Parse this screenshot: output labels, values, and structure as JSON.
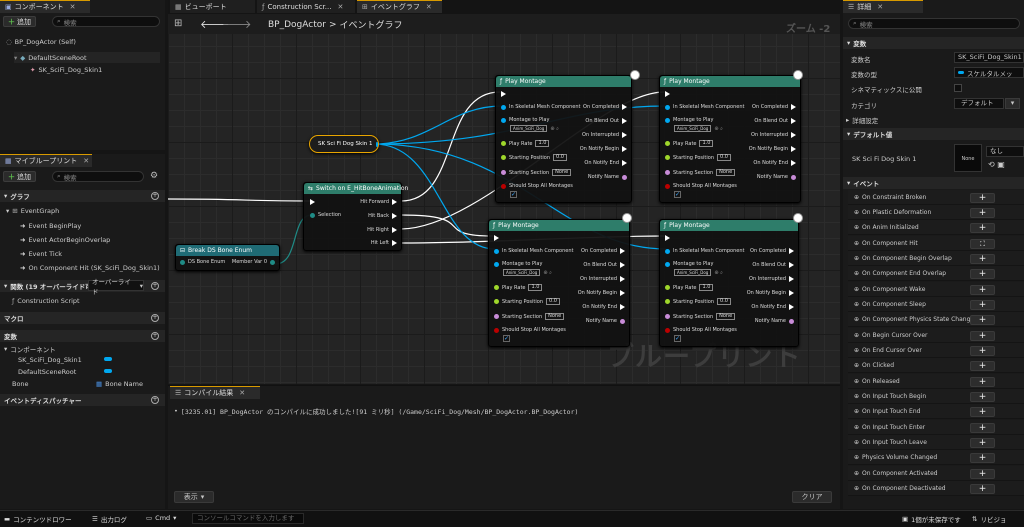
{
  "components_panel": {
    "tab_label": "コンポーネント",
    "add_label": "追加",
    "search_placeholder": "検索",
    "tree": [
      "BP_DogActor (Self)",
      "DefaultSceneRoot",
      "SK_SciFi_Dog_Skin1"
    ]
  },
  "my_blueprint": {
    "tab_label": "マイブループリント",
    "add_label": "追加",
    "search_placeholder": "検索",
    "graph_header": "グラフ",
    "event_graph": "EventGraph",
    "events": [
      "Event BeginPlay",
      "Event ActorBeginOverlap",
      "Event Tick",
      "On Component Hit (SK_SciFi_Dog_Skin1)"
    ],
    "functions_header": "関数 (19 オーバーライド可",
    "override_dropdown": "オーバーライド",
    "construction_script": "Construction Script",
    "macros_header": "マクロ",
    "variables_header": "変数",
    "components_sub": "コンポーネント",
    "component_vars": [
      "SK_SciFi_Dog_Skin1",
      "DefaultSceneRoot"
    ],
    "bone_var": "Bone",
    "bone_type": "Bone Name",
    "dispatchers_header": "イベントディスパッチャー"
  },
  "editor_tabs": [
    {
      "label": "ビューポート"
    },
    {
      "label": "Construction Scr..."
    },
    {
      "label": "イベントグラフ"
    }
  ],
  "breadcrumb": {
    "asset": "BP_DogActor",
    "sep": ">",
    "graph": "イベントグラフ"
  },
  "zoom_label": "ズーム -2",
  "watermark": "ブループリント",
  "nodes": {
    "sk_ref": "SK Sci Fi Dog Skin 1",
    "switch_title": "Switch on E_HitBoneAnimation",
    "switch_selection": "Selection",
    "switch_outputs": [
      "Hit Forward",
      "Hit Back",
      "Hit Right",
      "Hit Left"
    ],
    "break_title": "Break DS Bone Enum",
    "break_in": "DS Bone Enum",
    "break_out": "Member Var 0",
    "montage": {
      "title": "Play Montage",
      "in_mesh": "In Skeletal Mesh Component",
      "montage_to_play": "Montage to Play",
      "montage_value": "Anim_SciFi_Dog",
      "play_rate": "Play Rate",
      "play_rate_value": "1.0",
      "start_pos": "Starting Position",
      "start_pos_value": "0.0",
      "start_section": "Starting Section",
      "start_section_value": "None",
      "stop_all": "Should Stop All Montages",
      "outs": [
        "On Completed",
        "On Blend Out",
        "On Interrupted",
        "On Notify Begin",
        "On Notify End",
        "Notify Name"
      ]
    }
  },
  "compiler": {
    "tab_label": "コンパイル結果",
    "message": "[3235.01] BP_DogActor のコンパイルに成功しました![91 ミリ秒] (/Game/SciFi_Dog/Mesh/BP_DogActor.BP_DogActor)",
    "show_label": "表示",
    "clear_label": "クリア"
  },
  "details": {
    "tab_label": "詳細",
    "search_placeholder": "検索",
    "variable_header": "変数",
    "var_name_label": "変数名",
    "var_name_value": "SK_SciFi_Dog_Skin1",
    "var_type_label": "変数の型",
    "var_type_value": "スケルタルメッ",
    "cinematic_label": "シネマティックスに公開",
    "category_label": "カテゴリ",
    "category_value": "デフォルト",
    "advanced_label": "詳細設定",
    "default_header": "デフォルト値",
    "default_var_label": "SK Sci Fi Dog Skin 1",
    "default_thumb": "None",
    "default_value": "なし",
    "events_header": "イベント",
    "events": [
      "On Constraint Broken",
      "On Plastic Deformation",
      "On Anim Initialized",
      "On Component Hit",
      "On Component Begin Overlap",
      "On Component End Overlap",
      "On Component Wake",
      "On Component Sleep",
      "On Component Physics State Change",
      "On Begin Cursor Over",
      "On End Cursor Over",
      "On Clicked",
      "On Released",
      "On Input Touch Begin",
      "On Input Touch End",
      "On Input Touch Enter",
      "On Input Touch Leave",
      "Physics Volume Changed",
      "On Component Activated",
      "On Component Deactivated"
    ]
  },
  "statusbar": {
    "content_drawer": "コンテンツドロワー",
    "output_log": "出力ログ",
    "cmd": "Cmd",
    "console_placeholder": "コンソールコマンドを入力します",
    "unsaved": "1個が未保存です",
    "revision": "リビジョ"
  },
  "colors": {
    "accent": "#d89a00",
    "exec_green": "#2e7d6a",
    "object_blue": "#00a8f0",
    "struct_teal": "#1f6b75"
  }
}
